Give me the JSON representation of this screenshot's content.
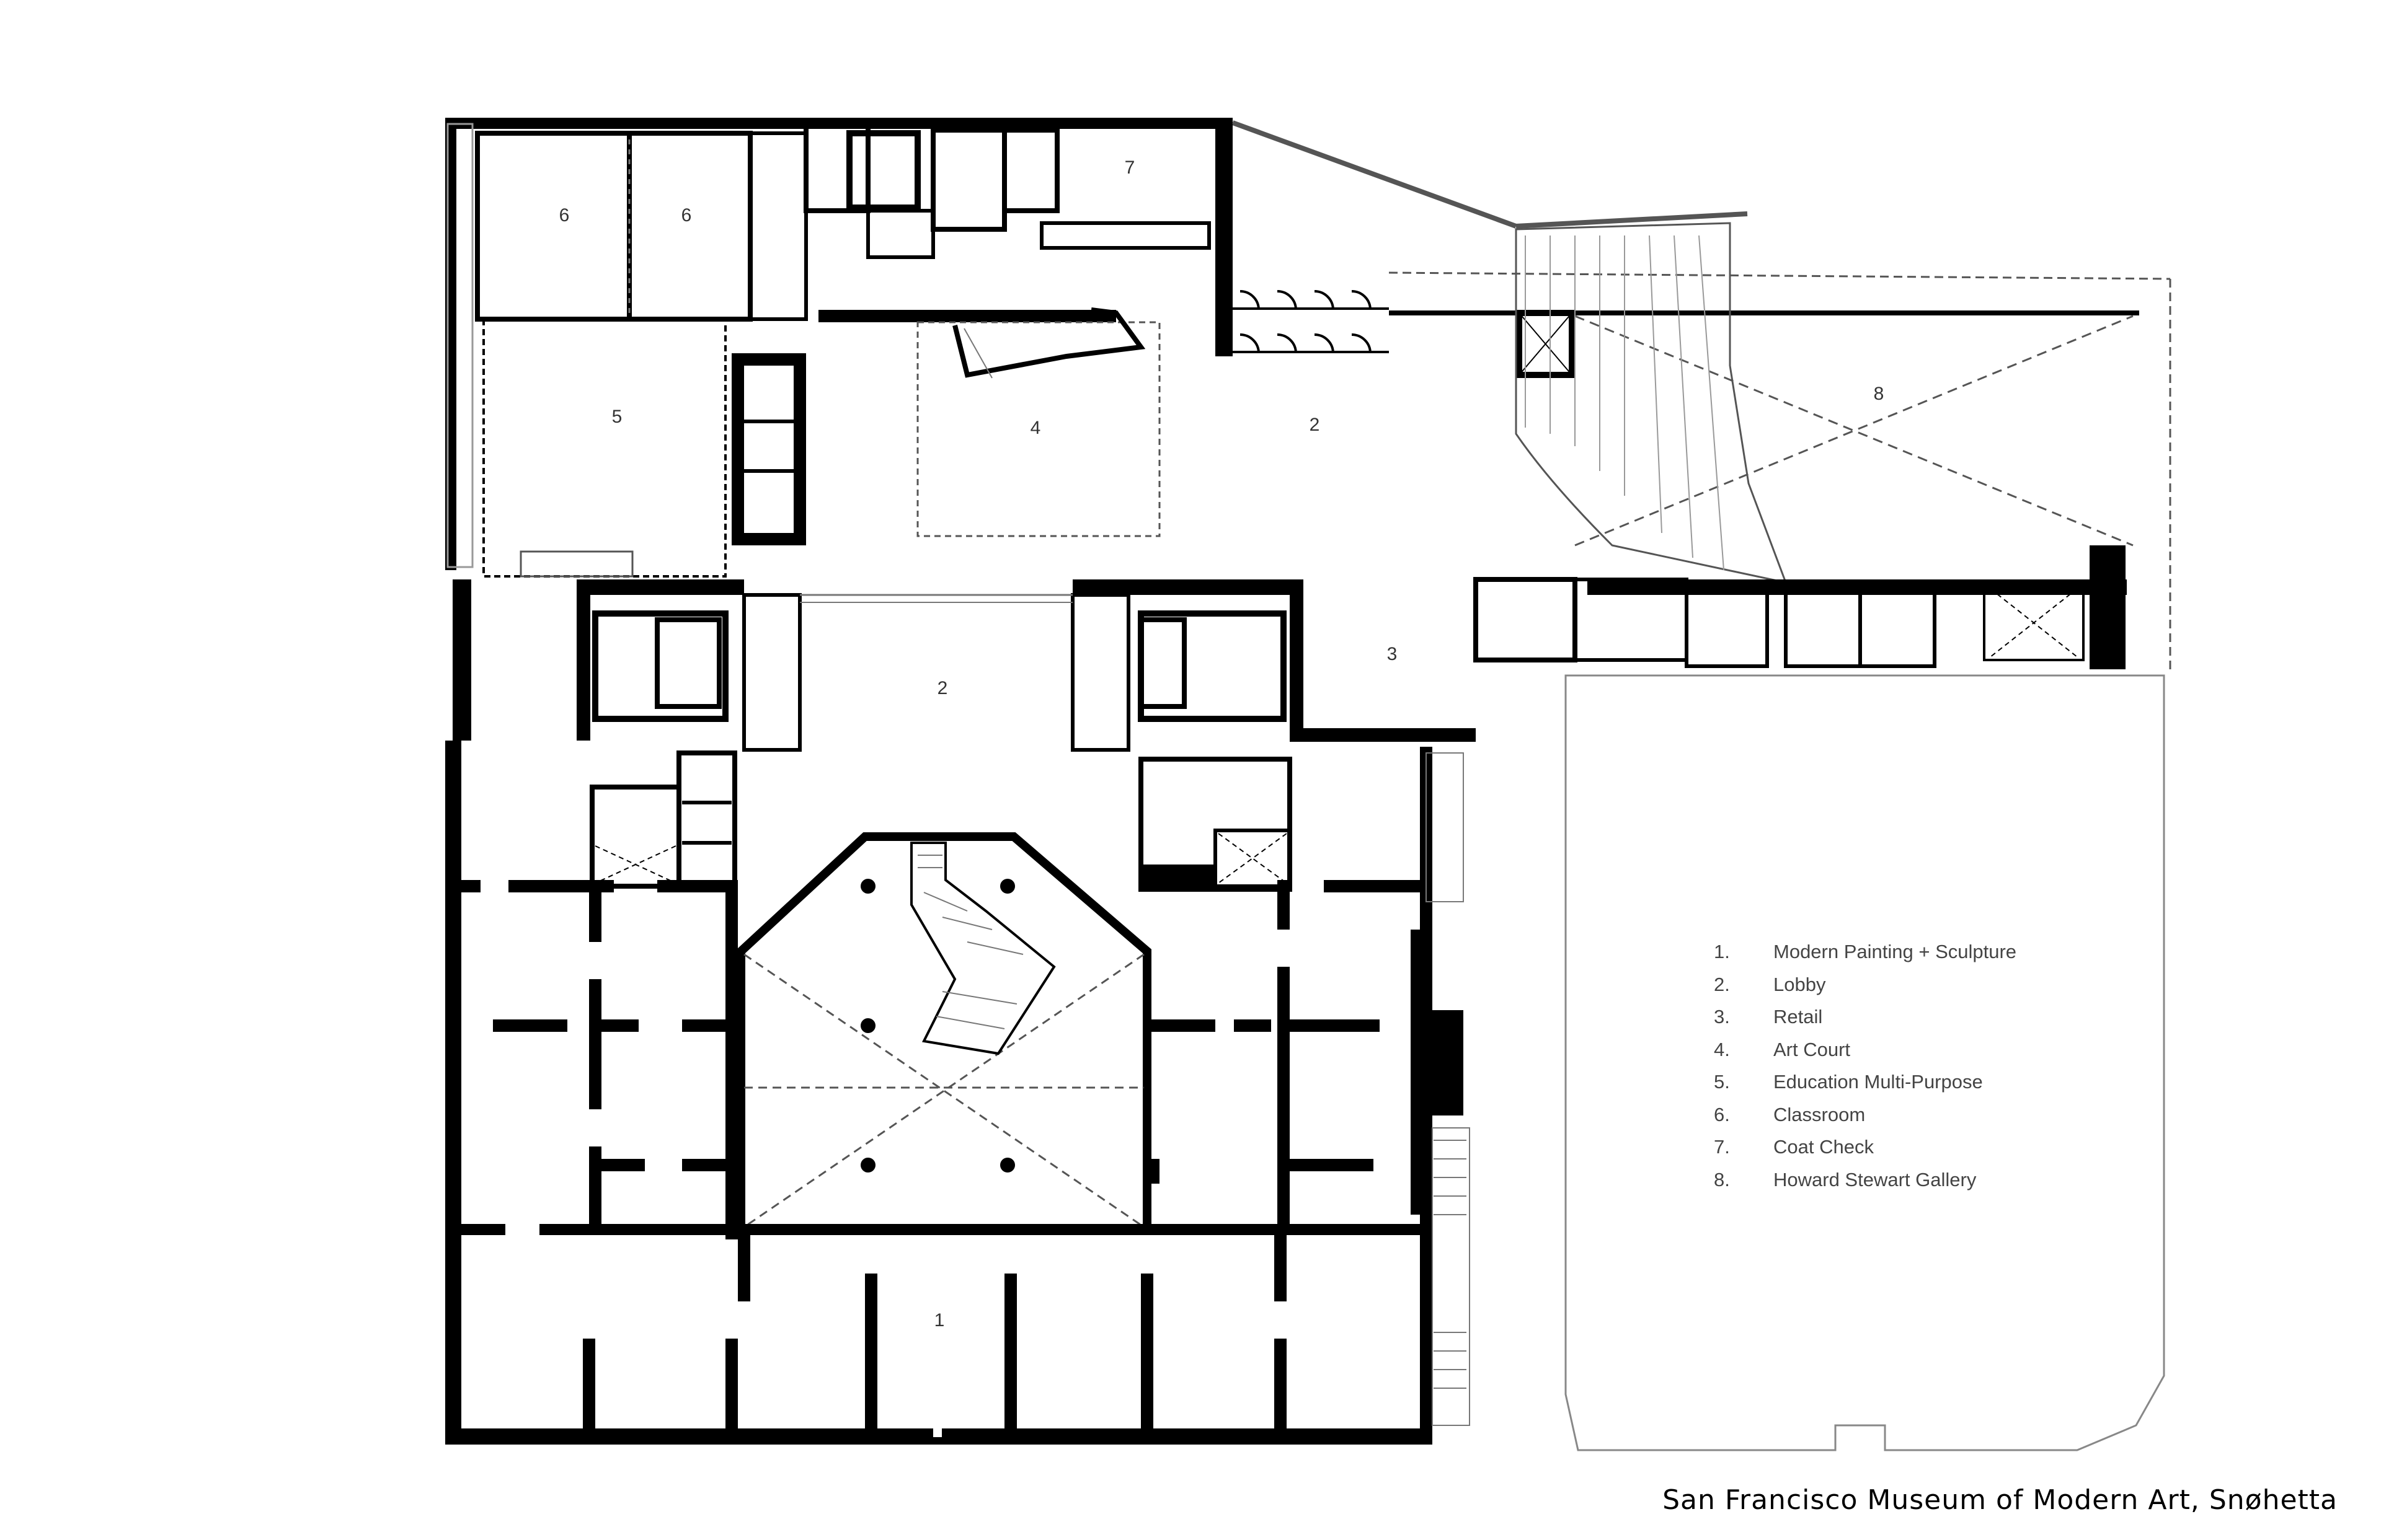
{
  "room_numbers": {
    "modern_painting": "1",
    "lobby_north": "2",
    "lobby_south": "2",
    "retail": "3",
    "art_court": "4",
    "education": "5",
    "classroom_a": "6",
    "classroom_b": "6",
    "coat_check": "7",
    "gallery": "8"
  },
  "legend": [
    {
      "num": "1.",
      "label": "Modern Painting + Sculpture"
    },
    {
      "num": "2.",
      "label": "Lobby"
    },
    {
      "num": "3.",
      "label": "Retail"
    },
    {
      "num": "4.",
      "label": "Art Court"
    },
    {
      "num": "5.",
      "label": "Education Multi-Purpose"
    },
    {
      "num": "6.",
      "label": "Classroom"
    },
    {
      "num": "7.",
      "label": "Coat Check"
    },
    {
      "num": "8.",
      "label": "Howard Stewart Gallery"
    }
  ],
  "credit": "San Francisco Museum of Modern Art, Snøhetta",
  "colors": {
    "wall": "#000000",
    "thin_line": "#555555",
    "background": "#ffffff"
  }
}
